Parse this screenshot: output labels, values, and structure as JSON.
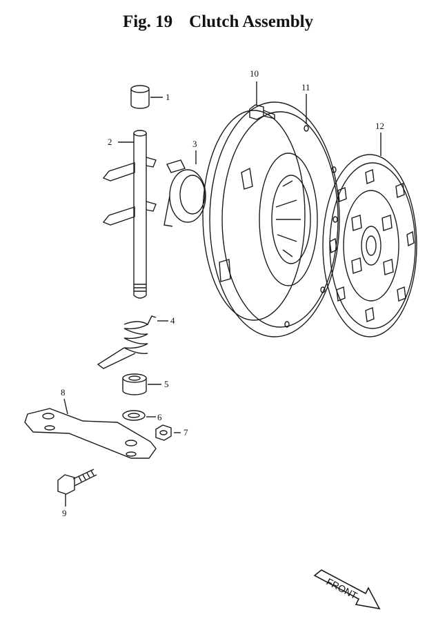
{
  "figure": {
    "number": "Fig. 19",
    "title": "Clutch Assembly"
  },
  "callouts": [
    "1",
    "2",
    "3",
    "4",
    "5",
    "6",
    "7",
    "8",
    "9",
    "10",
    "11",
    "12"
  ],
  "direction_sign": "FRONT"
}
